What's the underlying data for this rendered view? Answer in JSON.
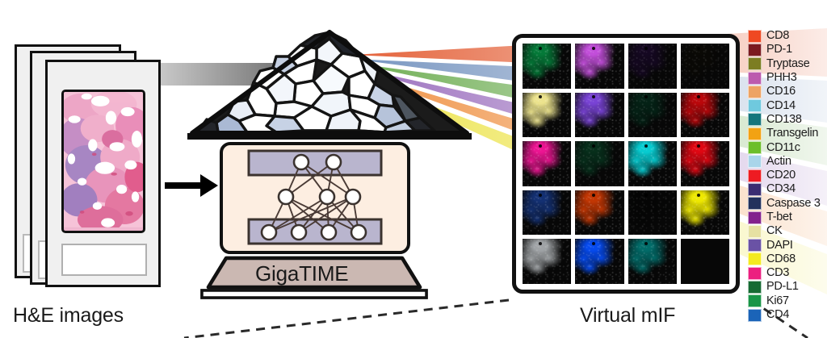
{
  "figure": {
    "title": "GigaTIME virtual multiplex immunofluorescence schematic",
    "background": "#ffffff"
  },
  "left_panel": {
    "label": "H&E images",
    "slide_count": 3,
    "slide_body_color": "#f0f0f0",
    "slide_border_color": "#111111",
    "tissue_colors": [
      "#f4b9d2",
      "#e78fb6",
      "#c489c0",
      "#9f7fc0",
      "#e05a86",
      "#ffffff"
    ]
  },
  "arrow": {
    "name": "process-arrow",
    "color": "#000000"
  },
  "model": {
    "label": "GigaTIME",
    "screen_color": "#fdeee1",
    "base_color": "#cbb8b2",
    "layer_bar_color": "#b9b5ce",
    "node_color": "#ffffff",
    "edge_color": "#4a3b36",
    "network": {
      "top_layer_nodes": 2,
      "middle_layer_nodes": 3,
      "bottom_layer_nodes": 4
    }
  },
  "prism": {
    "name": "cell-mosaic-prism",
    "input_beam": {
      "name": "grayscale-beam",
      "from": "#f7f7f7",
      "to": "#6d6d6d"
    },
    "cell_colors": [
      "#ffffff",
      "#f4f7fb",
      "#c3cfe2",
      "#aab9d4",
      "#8d9bb0",
      "#6a7180",
      "#3b3f45",
      "#222428"
    ]
  },
  "spectrum": {
    "name": "dispersed-spectrum",
    "beams": [
      {
        "name": "beam-salmon",
        "color": "#e4623a"
      },
      {
        "name": "beam-steel-blue",
        "color": "#7795c0"
      },
      {
        "name": "beam-green",
        "color": "#6fae54"
      },
      {
        "name": "beam-violet",
        "color": "#9b6fbe"
      },
      {
        "name": "beam-orange",
        "color": "#ef9143"
      },
      {
        "name": "beam-yellow",
        "color": "#ece34a"
      }
    ]
  },
  "right_panel": {
    "label": "Virtual mIF",
    "grid": {
      "columns": 4,
      "rows": 5,
      "tiles": [
        {
          "marker": "CD8",
          "color": "#1d7a46",
          "intensity": "high"
        },
        {
          "marker": "PD-1",
          "color": "#b558c8",
          "intensity": "high"
        },
        {
          "marker": "Tryptase",
          "color": "#3a2152",
          "intensity": "low"
        },
        {
          "marker": "PHH3",
          "color": "#2a2616",
          "intensity": "very-low"
        },
        {
          "marker": "CD16",
          "color": "#d6cf8a",
          "intensity": "high"
        },
        {
          "marker": "CD14",
          "color": "#7a4fc4",
          "intensity": "high"
        },
        {
          "marker": "CD138",
          "color": "#14543c",
          "intensity": "low"
        },
        {
          "marker": "Transgelin",
          "color": "#ae1f22",
          "intensity": "high"
        },
        {
          "marker": "CD11c",
          "color": "#d62a8e",
          "intensity": "high"
        },
        {
          "marker": "Actin",
          "color": "#1f6b46",
          "intensity": "low"
        },
        {
          "marker": "CD20",
          "color": "#1fbcc0",
          "intensity": "high"
        },
        {
          "marker": "CD34",
          "color": "#cc1f28",
          "intensity": "high"
        },
        {
          "marker": "Caspase 3",
          "color": "#2d4d96",
          "intensity": "medium"
        },
        {
          "marker": "T-bet",
          "color": "#b5451c",
          "intensity": "high"
        },
        {
          "marker": "CK",
          "color": "#141a14",
          "intensity": "very-low"
        },
        {
          "marker": "DAPI",
          "color": "#d8d31a",
          "intensity": "high"
        },
        {
          "marker": "CD68",
          "color": "#c9cdd0",
          "intensity": "medium"
        },
        {
          "marker": "CD3",
          "color": "#1e55d8",
          "intensity": "high"
        },
        {
          "marker": "PD-L1",
          "color": "#128f8c",
          "intensity": "medium"
        },
        {
          "marker": "Ki67",
          "color": "#050505",
          "intensity": "none"
        }
      ]
    }
  },
  "legend": {
    "name": "marker-color-legend",
    "items": [
      {
        "label": "CD8",
        "color": "#ef4922"
      },
      {
        "label": "PD-1",
        "color": "#7c1a1f"
      },
      {
        "label": "Tryptase",
        "color": "#7c7d22"
      },
      {
        "label": "PHH3",
        "color": "#bc5bae"
      },
      {
        "label": "CD16",
        "color": "#eda364"
      },
      {
        "label": "CD14",
        "color": "#6fc9de"
      },
      {
        "label": "CD138",
        "color": "#14757c"
      },
      {
        "label": "Transgelin",
        "color": "#f2a213"
      },
      {
        "label": "CD11c",
        "color": "#6cbe2a"
      },
      {
        "label": "Actin",
        "color": "#a9d5ea"
      },
      {
        "label": "CD20",
        "color": "#ee1b22"
      },
      {
        "label": "CD34",
        "color": "#3b2d72"
      },
      {
        "label": "Caspase 3",
        "color": "#22315c"
      },
      {
        "label": "T-bet",
        "color": "#83228d"
      },
      {
        "label": "CK",
        "color": "#e6e1a2"
      },
      {
        "label": "DAPI",
        "color": "#6a52a5"
      },
      {
        "label": "CD68",
        "color": "#f4ea20"
      },
      {
        "label": "CD3",
        "color": "#ec1f80"
      },
      {
        "label": "PD-L1",
        "color": "#166b33"
      },
      {
        "label": "Ki67",
        "color": "#189547"
      },
      {
        "label": "CD4",
        "color": "#1b64b8"
      }
    ]
  },
  "connectors": {
    "name": "dashed-callout-lines",
    "style": "dashed",
    "color": "#2a2a2a"
  }
}
